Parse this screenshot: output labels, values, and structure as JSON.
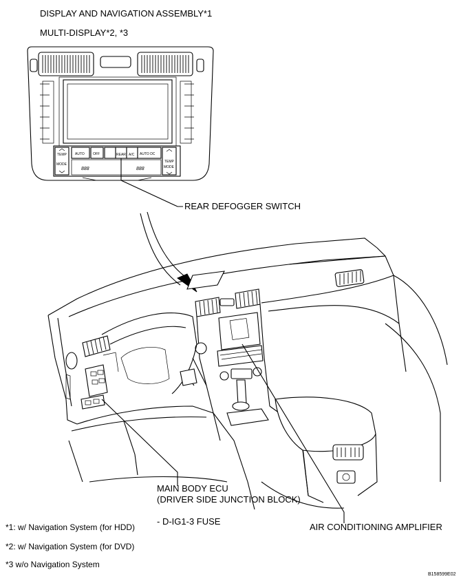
{
  "labels": {
    "display_nav_assembly": "DISPLAY AND NAVIGATION ASSEMBLY*1",
    "multi_display": "MULTI-DISPLAY*2, *3",
    "rear_defogger_switch": "REAR DEFOGGER SWITCH",
    "main_body_ecu_line1": "MAIN BODY ECU",
    "main_body_ecu_line2": "(DRIVER SIDE JUNCTION BLOCK)",
    "fuse": "- D-IG1-3 FUSE",
    "ac_amplifier": "AIR CONDITIONING AMPLIFIER"
  },
  "panel_text": {
    "temp_left": "TEMP",
    "mode_left": "MODE",
    "auto": "AUTO",
    "off": "OFF",
    "rear": "REAR",
    "a_c": "A/C",
    "auto_dc": "AUTO DC",
    "temp_right": "TEMP",
    "mode_right": "MODE",
    "digits_left": "888",
    "digits_right": "888"
  },
  "footnotes": [
    "*1: w/ Navigation System (for HDD)",
    "*2: w/ Navigation System (for DVD)",
    "*3 w/o Navigation System"
  ],
  "figure_code": "B158599E02"
}
